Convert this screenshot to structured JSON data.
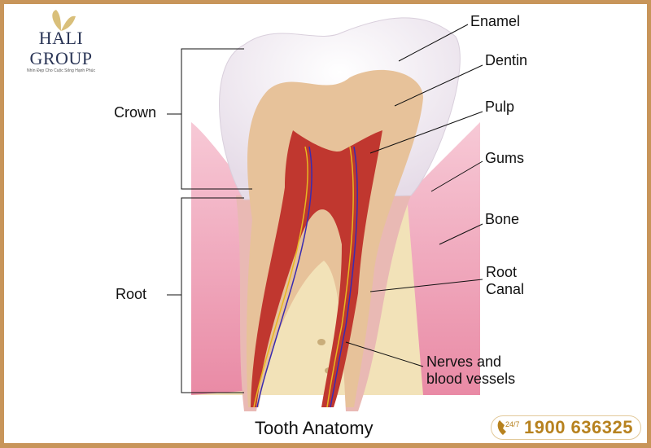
{
  "title": "Tooth Anatomy",
  "labels": {
    "enamel": "Enamel",
    "dentin": "Dentin",
    "pulp": "Pulp",
    "gums": "Gums",
    "bone": "Bone",
    "root_canal_1": "Root",
    "root_canal_2": "Canal",
    "nerves_1": "Nerves and",
    "nerves_2": "blood vessels",
    "crown": "Crown",
    "root": "Root"
  },
  "logo": {
    "name": "HALI GROUP",
    "tagline": "Nhìn Đẹp Cho Cuộc Sống Hạnh Phúc"
  },
  "hotline": {
    "badge": "24/7",
    "number": "1900 636325"
  },
  "colors": {
    "border": "#c8955a",
    "hotline": "#b7821f",
    "logo": "#2a3556"
  }
}
